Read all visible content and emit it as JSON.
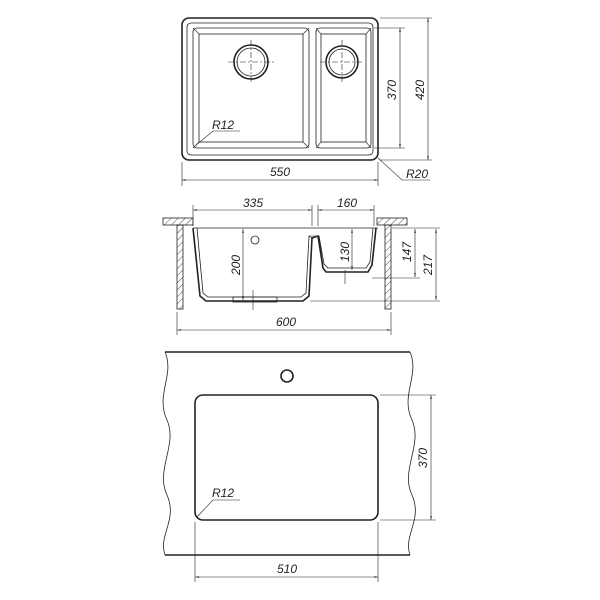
{
  "top_view": {
    "width": "550",
    "inner_depth": "370",
    "depth": "420",
    "outer_radius": "R20",
    "inner_radius": "R12"
  },
  "section_view": {
    "main_bowl_width": "335",
    "small_bowl_width": "160",
    "main_bowl_depth": "200",
    "small_bowl_depth": "130",
    "small_total": "147",
    "total_height": "217",
    "cabinet_width": "600"
  },
  "cutout_view": {
    "cutout_depth": "370",
    "cutout_width": "510",
    "cutout_radius": "R12"
  }
}
